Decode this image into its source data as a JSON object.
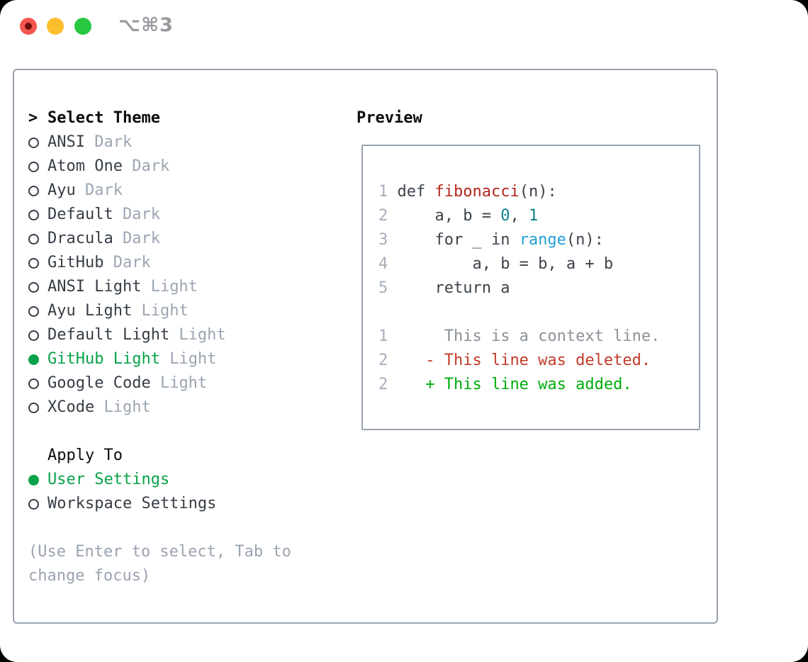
{
  "titlebar": {
    "title": "⌥⌘3",
    "buttons": [
      "close",
      "minimize",
      "zoom"
    ]
  },
  "theme_menu": {
    "header_prefix": ">",
    "header": "Select Theme",
    "items": [
      {
        "name": "ANSI",
        "tag": "Dark",
        "selected": false
      },
      {
        "name": "Atom One",
        "tag": "Dark",
        "selected": false
      },
      {
        "name": "Ayu",
        "tag": "Dark",
        "selected": false
      },
      {
        "name": "Default",
        "tag": "Dark",
        "selected": false
      },
      {
        "name": "Dracula",
        "tag": "Dark",
        "selected": false
      },
      {
        "name": "GitHub",
        "tag": "Dark",
        "selected": false
      },
      {
        "name": "ANSI Light",
        "tag": "Light",
        "selected": false
      },
      {
        "name": "Ayu Light",
        "tag": "Light",
        "selected": false
      },
      {
        "name": "Default Light",
        "tag": "Light",
        "selected": false
      },
      {
        "name": "GitHub Light",
        "tag": "Light",
        "selected": true
      },
      {
        "name": "Google Code",
        "tag": "Light",
        "selected": false
      },
      {
        "name": "XCode",
        "tag": "Light",
        "selected": false
      }
    ]
  },
  "apply_to": {
    "header": "Apply To",
    "items": [
      {
        "name": "User Settings",
        "selected": true
      },
      {
        "name": "Workspace Settings",
        "selected": false
      }
    ]
  },
  "help_lines": [
    "(Use Enter to select, Tab to",
    "change focus)"
  ],
  "preview": {
    "header": "Preview",
    "lines": [
      {
        "segs": [
          [
            "num",
            "1 "
          ],
          [
            "code",
            "def "
          ],
          [
            "fn",
            "fibonacci"
          ],
          [
            "code",
            "(n):"
          ]
        ]
      },
      {
        "segs": [
          [
            "num",
            "2 "
          ],
          [
            "code",
            "    a, b = "
          ],
          [
            "lit",
            "0"
          ],
          [
            "code",
            ", "
          ],
          [
            "lit",
            "1"
          ]
        ]
      },
      {
        "segs": [
          [
            "num",
            "3 "
          ],
          [
            "code",
            "    for _ in "
          ],
          [
            "builtin",
            "range"
          ],
          [
            "code",
            "(n):"
          ]
        ]
      },
      {
        "segs": [
          [
            "num",
            "4 "
          ],
          [
            "code",
            "        a, b = b, a + b"
          ]
        ]
      },
      {
        "segs": [
          [
            "num",
            "5 "
          ],
          [
            "code",
            "    return a"
          ]
        ]
      },
      {
        "segs": []
      },
      {
        "segs": [
          [
            "num",
            "1 "
          ],
          [
            "ctx",
            "     This is a context line."
          ]
        ]
      },
      {
        "segs": [
          [
            "num",
            "2 "
          ],
          [
            "del",
            "   - This line was deleted."
          ]
        ]
      },
      {
        "segs": [
          [
            "num",
            "2 "
          ],
          [
            "add",
            "   + This line was added."
          ]
        ]
      }
    ]
  },
  "colors": {
    "accent_green": "#09a24a",
    "diff_added": "#00ae0b",
    "diff_deleted": "#c23b28",
    "function_red": "#b3261d",
    "literal_teal": "#0d7f86",
    "builtin_blue": "#219fd5",
    "muted_gray": "#9ba5b2",
    "text_dark": "#363d46",
    "panel_border": "#98a2ae",
    "traffic_red": "#f4564d",
    "traffic_yellow": "#fcbe2d",
    "traffic_green": "#27c840"
  }
}
